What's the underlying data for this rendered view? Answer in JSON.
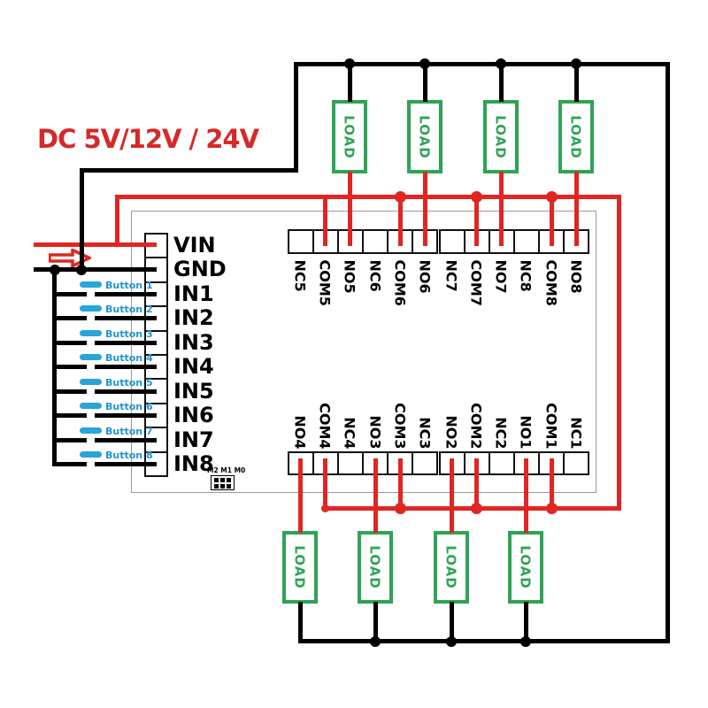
{
  "power_source": {
    "label": "DC 5V/12V / 24V",
    "arrow": "current-flow-right"
  },
  "board": {
    "left_terminals": [
      "VIN",
      "GND",
      "IN1",
      "IN2",
      "IN3",
      "IN4",
      "IN5",
      "IN6",
      "IN7",
      "IN8"
    ],
    "top_terminals": [
      "NC5",
      "COM5",
      "NO5",
      "NC6",
      "COM6",
      "NO6",
      "NC7",
      "COM7",
      "NO7",
      "NC8",
      "COM8",
      "NO8"
    ],
    "bottom_terminals": [
      "NO4",
      "COM4",
      "NC4",
      "NO3",
      "COM3",
      "NC3",
      "NO2",
      "COM2",
      "NC2",
      "NO1",
      "COM1",
      "NC1"
    ],
    "jumper_label": "M2 M1 M0"
  },
  "buttons": [
    "Button 1",
    "Button 2",
    "Button 3",
    "Button 4",
    "Button 5",
    "Button 6",
    "Button 7",
    "Button 8"
  ],
  "load_label": "LOAD",
  "colors": {
    "wire_red": "#e02622",
    "wire_black": "#000000",
    "load_green": "#2fa355",
    "button_blue": "#29a5d9",
    "label_red": "#d42a28",
    "board_border": "#9a9a9a"
  }
}
